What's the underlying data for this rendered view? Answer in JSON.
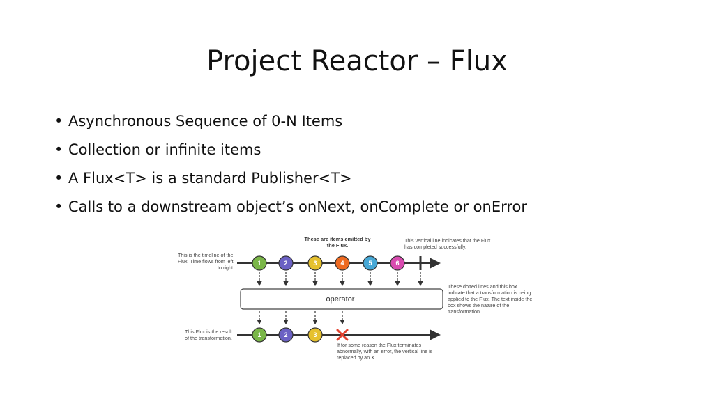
{
  "slide": {
    "title": "Project Reactor – Flux",
    "bullets": [
      "Asynchronous Sequence of 0-N Items",
      "Collection or infinite items",
      "A Flux<T> is a standard Publisher<T>",
      "Calls to a downstream object’s onNext, onComplete or onError"
    ]
  },
  "diagram": {
    "heading_note": [
      "These are items emitted by",
      "the Flux."
    ],
    "timeline_note": [
      "This is the timeline of the",
      "Flux. Time flows from left",
      "to right."
    ],
    "completion_note": [
      "This vertical line indicates that the Flux",
      "has completed successfully."
    ],
    "operator_label": "operator",
    "operator_note": [
      "These dotted lines and this box",
      "indicate that a transformation is being",
      "applied to the Flux. The text inside the",
      "box shows the nature of the",
      "transformation."
    ],
    "result_note": [
      "This Flux is the result",
      "of the transformation."
    ],
    "error_note": [
      "If for some reason the Flux terminates",
      "abnormally, with an error, the vertical line is",
      "replaced by an X."
    ],
    "top_items": [
      {
        "label": "1",
        "color": "#7ab648"
      },
      {
        "label": "2",
        "color": "#6b61c4"
      },
      {
        "label": "3",
        "color": "#e6c12e"
      },
      {
        "label": "4",
        "color": "#ee6a21"
      },
      {
        "label": "5",
        "color": "#47a8d6"
      },
      {
        "label": "6",
        "color": "#d94bb0"
      }
    ],
    "bottom_items": [
      {
        "label": "1",
        "color": "#7ab648"
      },
      {
        "label": "2",
        "color": "#6b61c4"
      },
      {
        "label": "3",
        "color": "#e6c12e"
      }
    ],
    "error_color": "#e2412e",
    "line_color": "#333333"
  },
  "bullet_char": "•"
}
